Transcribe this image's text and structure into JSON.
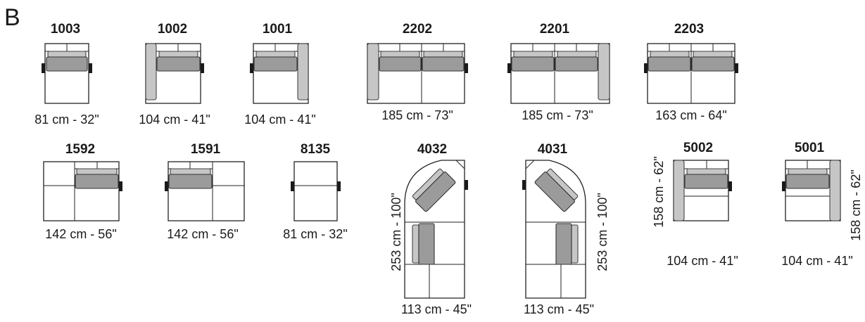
{
  "section_label": "B",
  "modules": [
    {
      "code": "1003",
      "dims": [
        "81 cm - 32\""
      ]
    },
    {
      "code": "1002",
      "dims": [
        "104 cm - 41\""
      ]
    },
    {
      "code": "1001",
      "dims": [
        "104 cm - 41\""
      ]
    },
    {
      "code": "2202",
      "dims": [
        "185 cm - 73\""
      ]
    },
    {
      "code": "2201",
      "dims": [
        "185 cm - 73\""
      ]
    },
    {
      "code": "2203",
      "dims": [
        "163 cm - 64\""
      ]
    },
    {
      "code": "1592",
      "dims": [
        "142 cm - 56\""
      ]
    },
    {
      "code": "1591",
      "dims": [
        "142 cm - 56\""
      ]
    },
    {
      "code": "8135",
      "dims": [
        "81 cm - 32\""
      ]
    },
    {
      "code": "4032",
      "dims": [
        "113 cm - 45\"",
        "253 cm - 100\""
      ]
    },
    {
      "code": "4031",
      "dims": [
        "113 cm - 45\"",
        "253 cm - 100\""
      ]
    },
    {
      "code": "5002",
      "dims": [
        "104 cm - 41\"",
        "158 cm - 62\""
      ]
    },
    {
      "code": "5001",
      "dims": [
        "104 cm - 41\"",
        "158 cm - 62\""
      ]
    }
  ]
}
